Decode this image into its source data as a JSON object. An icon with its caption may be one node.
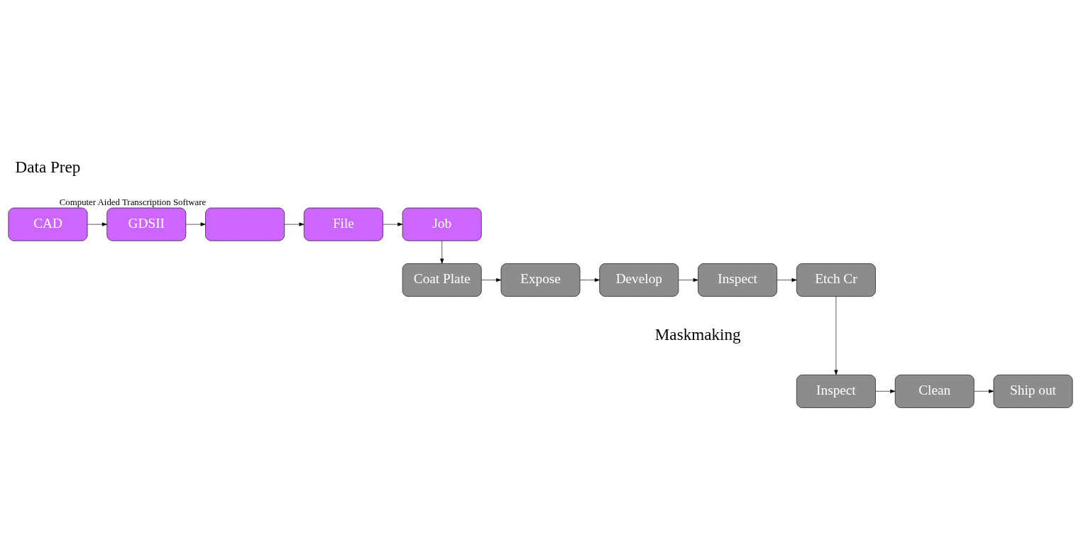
{
  "diagram": {
    "nodes": [
      {
        "text": [
          "CAD"
        ]
      },
      {
        "text": [
          "GDSII"
        ]
      },
      {
        "text": [],
        "shape": "box",
        "beside": [
          "Computer Aided Transcription Software"
        ]
      },
      {
        "text": [
          "File"
        ]
      },
      {
        "text": [
          "Job"
        ]
      },
      {
        "text": [
          "Coat Plate"
        ]
      },
      {
        "text": [
          "Expose"
        ]
      },
      {
        "text": [
          "Develop"
        ]
      },
      {
        "text": [
          "Inspect"
        ]
      },
      {
        "text": [
          "Etch Cr"
        ]
      },
      {
        "text": [
          "Inspect"
        ]
      },
      {
        "text": [
          "Clean"
        ]
      },
      {
        "text": [
          "Ship out"
        ]
      }
    ],
    "edges": [
      {
        "from": 0,
        "to": 1,
        "arrow": "to"
      },
      {
        "from": 1,
        "to": 2,
        "arrow": "to"
      },
      {
        "from": 2,
        "to": 3,
        "arrow": "to"
      },
      {
        "from": 3,
        "to": 4,
        "arrow": "to"
      },
      {
        "from": 4,
        "to": 5,
        "arrow": "to"
      },
      {
        "from": 5,
        "to": 6,
        "arrow": "to"
      },
      {
        "from": 6,
        "to": 7,
        "arrow": "to"
      },
      {
        "from": 7,
        "to": 8,
        "arrow": "to"
      },
      {
        "from": 8,
        "to": 9,
        "arrow": "to"
      },
      {
        "from": 9,
        "to": 10,
        "arrow": "to"
      },
      {
        "from": 10,
        "to": 11,
        "arrow": "to"
      },
      {
        "from": 11,
        "to": 12,
        "arrow": "to"
      }
    ],
    "labels": [
      "Data Prep",
      "Maskmaking"
    ]
  }
}
